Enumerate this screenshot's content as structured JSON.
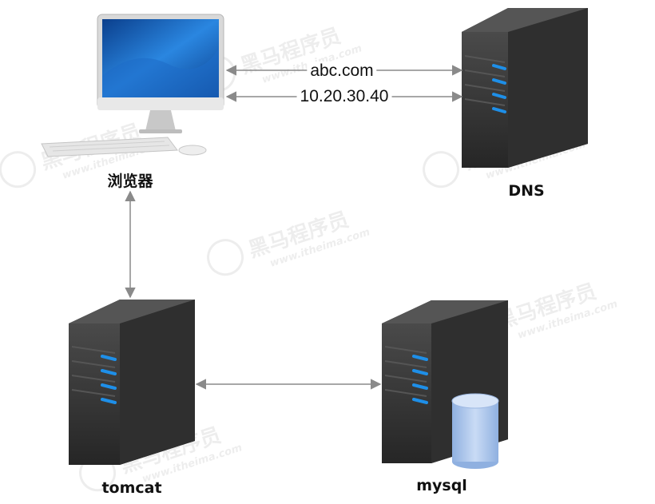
{
  "nodes": {
    "browser": {
      "label": "浏览器"
    },
    "dns": {
      "label": "DNS"
    },
    "tomcat": {
      "label": "tomcat"
    },
    "mysql": {
      "label": "mysql"
    }
  },
  "edges": {
    "request_label": "abc.com",
    "response_label": "10.20.30.40"
  },
  "watermark": {
    "text": "黑马程序员",
    "url": "www.itheima.com"
  },
  "colors": {
    "server_body": "#3a3a3a",
    "server_accent": "#1e8fe8",
    "screen": "#1a6fd0",
    "arrow": "#8a8a8a",
    "database": "#a9c4ec"
  }
}
